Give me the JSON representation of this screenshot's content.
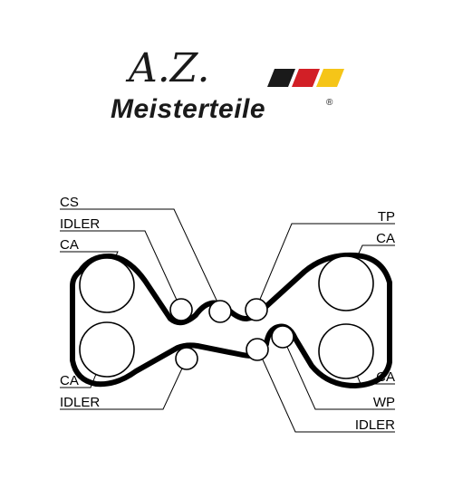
{
  "logo": {
    "script_text": "A.Z.",
    "brand_text": "Meisterteile",
    "registered_mark": "®",
    "flag_colors": [
      "#1a1a1a",
      "#d21f26",
      "#f5c518"
    ]
  },
  "diagram": {
    "labels": {
      "cs": "CS",
      "idler_top_left": "IDLER",
      "ca_top_left": "CA",
      "ca_bottom_left": "CA",
      "idler_bottom_left": "IDLER",
      "tp": "TP",
      "ca_top_right": "CA",
      "ca_bottom_right": "CA",
      "wp": "WP",
      "idler_bottom_right": "IDLER"
    }
  }
}
